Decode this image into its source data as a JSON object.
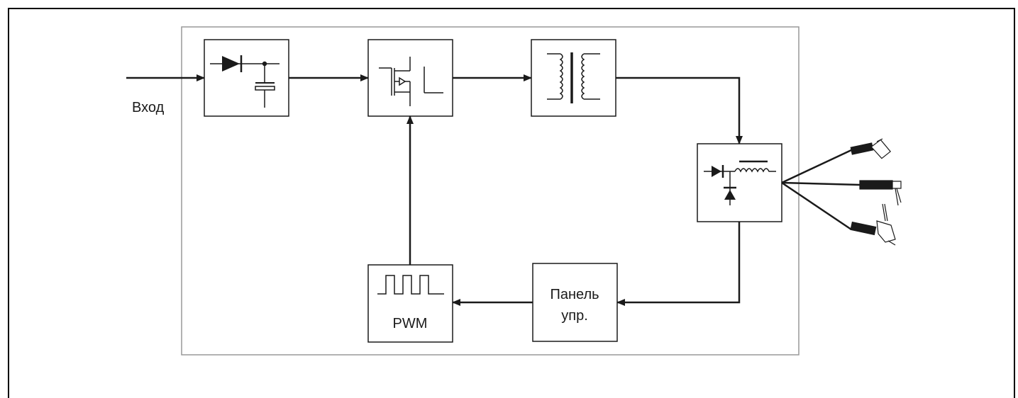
{
  "labels": {
    "input": "Вход",
    "pwm": "PWM",
    "panel_line1": "Панель",
    "panel_line2": "упр."
  },
  "colors": {
    "stroke": "#1a1a1a",
    "enclosure": "#999999",
    "frame": "#000000",
    "background": "#ffffff"
  },
  "icons": [
    "diode-capacitor-rectifier-icon",
    "mosfet-switch-icon",
    "transformer-icon",
    "output-rectifier-inductor-icon",
    "square-wave-icon",
    "welding-torch-icon",
    "electrode-holder-icon",
    "tig-torch-icon"
  ]
}
